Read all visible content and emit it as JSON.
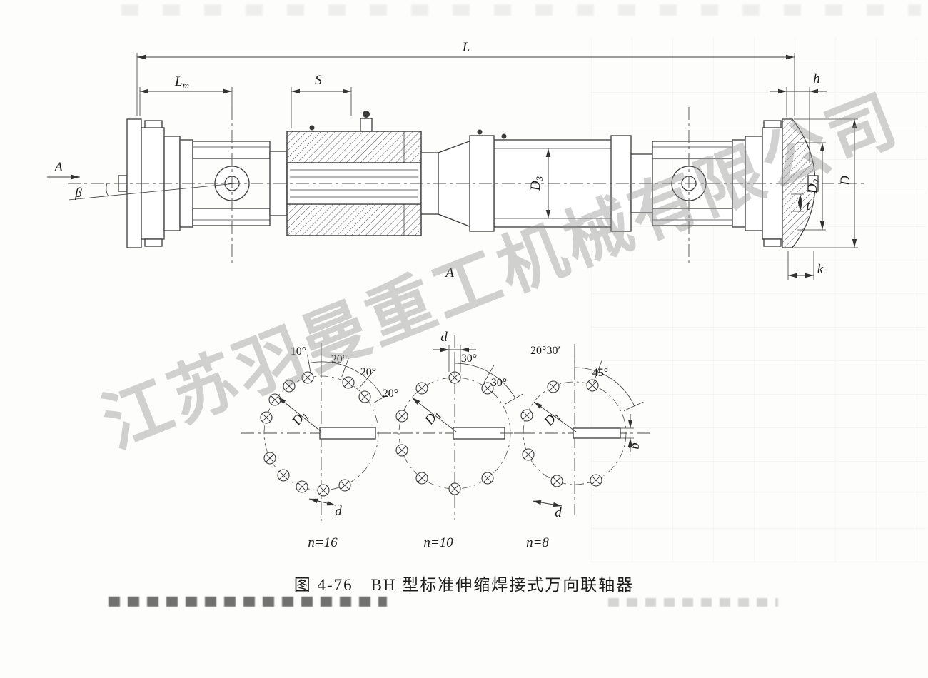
{
  "figure": {
    "caption": "图 4-76　BH 型标准伸缩焊接式万向联轴器",
    "watermark": "江苏羽曼重工机械有限公司"
  },
  "main_view": {
    "dim_L": "L",
    "dim_Lm_main": "L",
    "dim_Lm_sub": "m",
    "dim_S": "S",
    "dim_h": "h",
    "dim_D3_main": "D",
    "dim_D3_sub": "3",
    "dim_D2_main": "D",
    "dim_D2_sub": "2",
    "dim_D": "D",
    "dim_t": "t",
    "dim_k": "k",
    "view_arrow": "A",
    "articulation_angle": "β",
    "section_mark": "A"
  },
  "bolt_patterns": [
    {
      "n_label": "n=16",
      "angle_1": "10°",
      "angle_2": "20°",
      "angle_3": "20°",
      "angle_4": "20°",
      "bolt_circle_main": "D",
      "bolt_circle_sub": "1",
      "hole_dia": "d"
    },
    {
      "n_label": "n=10",
      "angle_1": "30°",
      "angle_2": "30°",
      "bolt_circle_main": "D",
      "bolt_circle_sub": "1",
      "hole_dia": "d"
    },
    {
      "n_label": "n=8",
      "angle_1": "20°30′",
      "angle_2": "45°",
      "bolt_circle_main": "D",
      "bolt_circle_sub": "1",
      "hole_dia": "d",
      "flange_thickness": "b"
    }
  ]
}
